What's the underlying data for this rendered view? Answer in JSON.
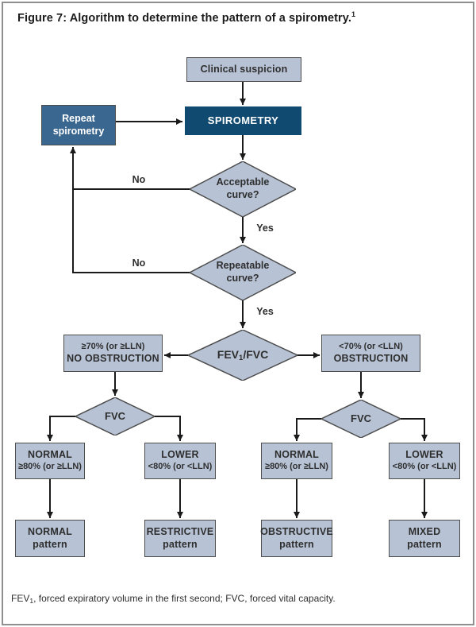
{
  "figure": {
    "title_main": "Figure 7: Algorithm to determine the pattern of a spirometry.",
    "title_ref": "1",
    "footnote_pre": "FEV",
    "footnote_sub": "1",
    "footnote_rest": ", forced expiratory volume in the first second; FVC, forced vital capacity."
  },
  "colors": {
    "node_fill": "#b7c3d5",
    "node_stroke": "#4d4d4d",
    "dark_navy": "#104a70",
    "steel_blue": "#3a678f",
    "line": "#1a1a1a",
    "frame_border": "#8f8f8f"
  },
  "nodes": {
    "clinical": {
      "label": "Clinical suspicion"
    },
    "spirometry": {
      "label": "SPIROMETRY"
    },
    "repeat_spirometry": {
      "line1": "Repeat",
      "line2": "spirometry"
    },
    "acceptable": {
      "line1": "Acceptable",
      "line2": "curve?"
    },
    "repeatable": {
      "line1": "Repeatable",
      "line2": "curve?"
    },
    "fev_fvc": {
      "pre": "FEV",
      "sub": "1",
      "rest": "/FVC"
    },
    "no_obstruction": {
      "line1": "≥70% (or ≥LLN)",
      "line2": "NO OBSTRUCTION"
    },
    "obstruction": {
      "line1": "<70% (or <LLN)",
      "line2": "OBSTRUCTION"
    },
    "fvc_left": {
      "label": "FVC"
    },
    "fvc_right": {
      "label": "FVC"
    },
    "normal_left": {
      "line1": "NORMAL",
      "line2": "≥80% (or ≥LLN)"
    },
    "lower_left": {
      "line1": "LOWER",
      "line2": "<80% (or <LLN)"
    },
    "normal_right": {
      "line1": "NORMAL",
      "line2": "≥80% (or ≥LLN)"
    },
    "lower_right": {
      "line1": "LOWER",
      "line2": "<80% (or <LLN)"
    },
    "normal_pattern": {
      "line1": "NORMAL",
      "line2": "pattern"
    },
    "restrictive_pattern": {
      "line1": "RESTRICTIVE",
      "line2": "pattern"
    },
    "obstructive_pattern": {
      "line1": "OBSTRUCTIVE",
      "line2": "pattern"
    },
    "mixed_pattern": {
      "line1": "MIXED",
      "line2": "pattern"
    }
  },
  "edge_labels": {
    "no_acceptable": "No",
    "yes_acceptable": "Yes",
    "no_repeatable": "No",
    "yes_repeatable": "Yes"
  }
}
